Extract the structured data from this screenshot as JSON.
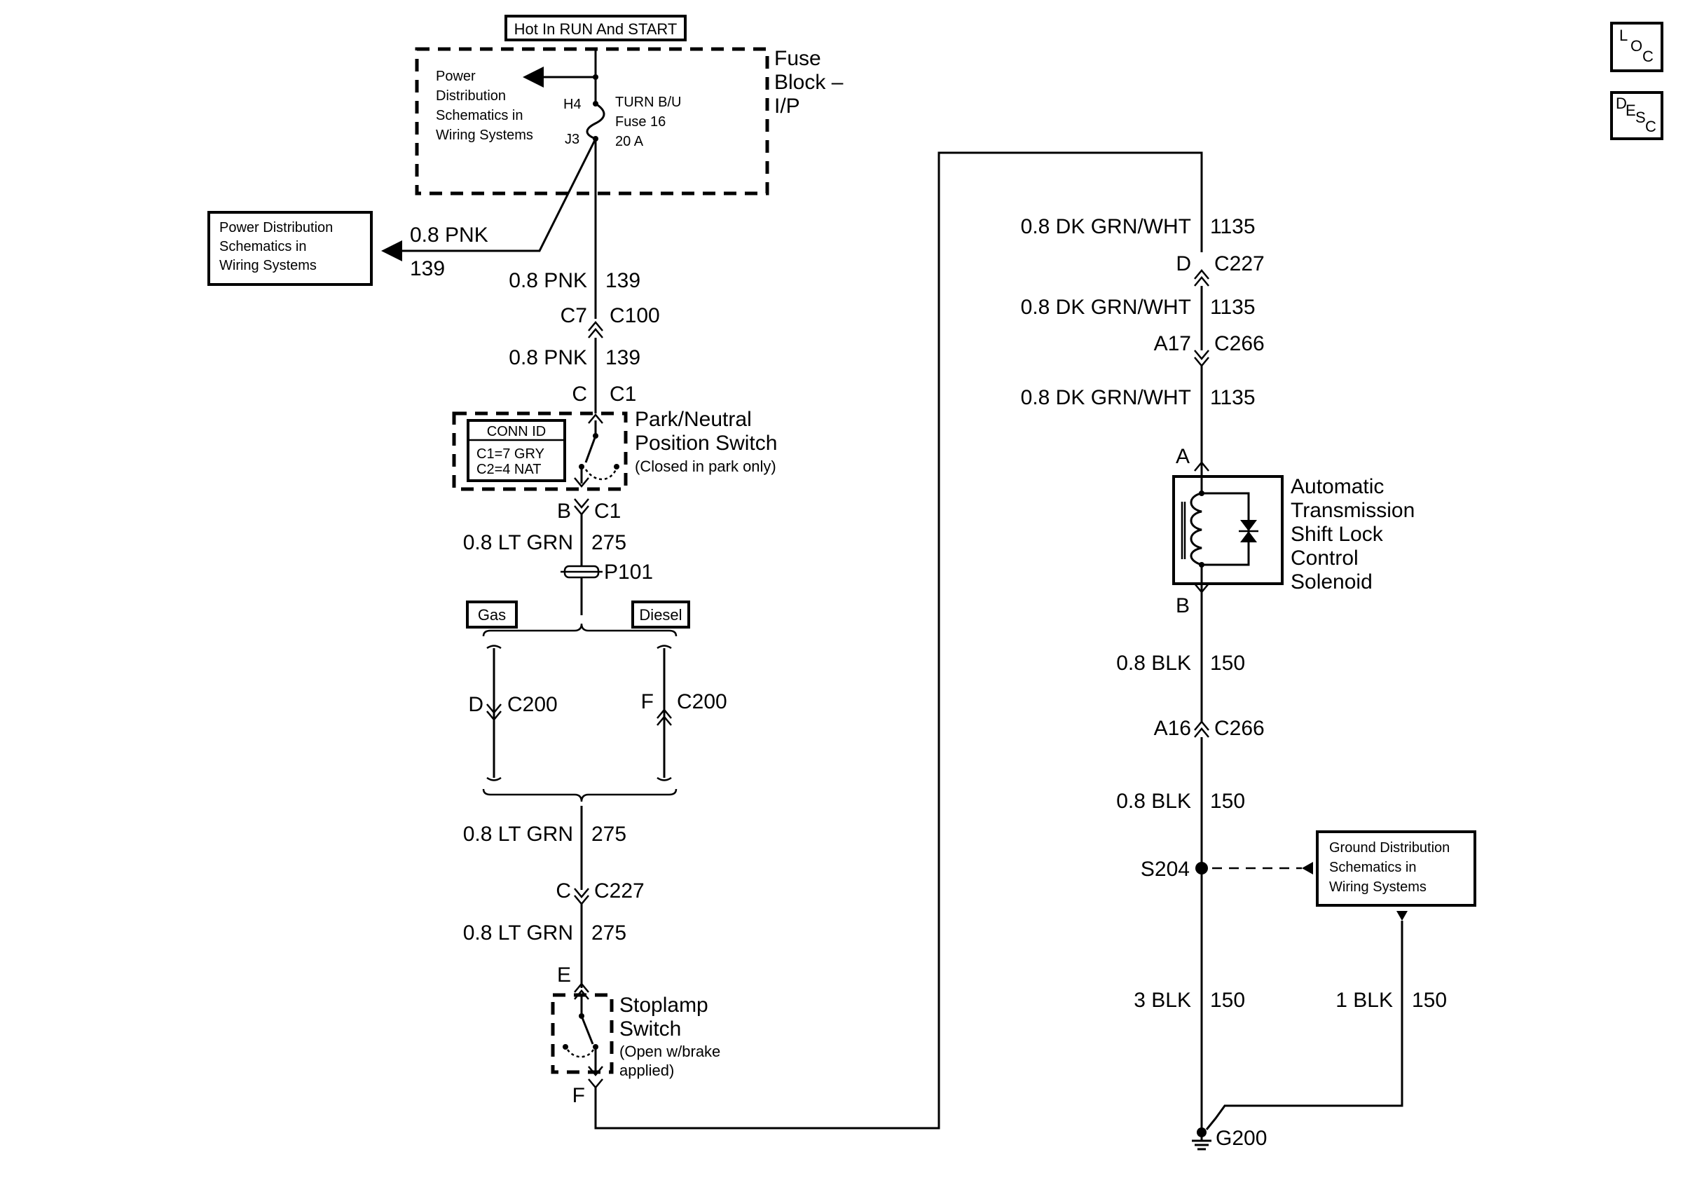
{
  "hot_label": "Hot In RUN And START",
  "fuse_block": {
    "title_lines": [
      "Fuse",
      "Block –",
      "I/P"
    ],
    "pd_note_lines": [
      "Power",
      "Distribution",
      "Schematics in",
      "Wiring Systems"
    ],
    "pin_in": "H4",
    "pin_out": "J3",
    "fuse_lines": [
      "TURN B/U",
      "Fuse 16",
      "20 A"
    ]
  },
  "pd_box_lines": [
    "Power Distribution",
    "Schematics in",
    "Wiring Systems"
  ],
  "branch_wire": {
    "gauge_color": "0.8 PNK",
    "circuit": "139"
  },
  "left_circuit": {
    "wire1": {
      "gauge_color": "0.8 PNK",
      "circuit": "139"
    },
    "c100": {
      "pin": "C7",
      "connector": "C100"
    },
    "wire2": {
      "gauge_color": "0.8 PNK",
      "circuit": "139"
    },
    "pn_top": {
      "pin": "C",
      "connector": "C1"
    },
    "conn_id": {
      "title": "CONN ID",
      "line1": "C1=7 GRY",
      "line2": "C2=4 NAT"
    },
    "pn_switch_lines": [
      "Park/Neutral",
      "Position Switch",
      "(Closed in park only)"
    ],
    "pn_bottom": {
      "pin": "B",
      "connector": "C1"
    },
    "wire3": {
      "gauge_color": "0.8 LT GRN",
      "circuit": "275"
    },
    "splice_pack": "P101",
    "option_gas": "Gas",
    "option_diesel": "Diesel",
    "gas_connector": {
      "pin": "D",
      "connector": "C200"
    },
    "diesel_connector": {
      "pin": "F",
      "connector": "C200"
    },
    "wire4": {
      "gauge_color": "0.8 LT GRN",
      "circuit": "275"
    },
    "c227": {
      "pin": "C",
      "connector": "C227"
    },
    "wire5": {
      "gauge_color": "0.8 LT GRN",
      "circuit": "275"
    },
    "stoplamp_top_pin": "E",
    "stoplamp_lines": [
      "Stoplamp",
      "Switch",
      "(Open w/brake",
      "applied)"
    ],
    "stoplamp_bottom_pin": "F"
  },
  "right_circuit": {
    "wire1": {
      "gauge_color": "0.8 DK GRN/WHT",
      "circuit": "1135"
    },
    "c227": {
      "pin": "D",
      "connector": "C227"
    },
    "wire2": {
      "gauge_color": "0.8 DK GRN/WHT",
      "circuit": "1135"
    },
    "c266_top": {
      "pin": "A17",
      "connector": "C266"
    },
    "wire3": {
      "gauge_color": "0.8 DK GRN/WHT",
      "circuit": "1135"
    },
    "solenoid_pin_a": "A",
    "solenoid_lines": [
      "Automatic",
      "Transmission",
      "Shift Lock",
      "Control",
      "Solenoid"
    ],
    "solenoid_pin_b": "B",
    "wire4": {
      "gauge_color": "0.8 BLK",
      "circuit": "150"
    },
    "c266_bottom": {
      "pin": "A16",
      "connector": "C266"
    },
    "wire5": {
      "gauge_color": "0.8 BLK",
      "circuit": "150"
    },
    "splice": "S204",
    "gd_box_lines": [
      "Ground Distribution",
      "Schematics in",
      "Wiring Systems"
    ],
    "wire6": {
      "gauge_color": "3 BLK",
      "circuit": "150"
    },
    "wire7": {
      "gauge_color": "1 BLK",
      "circuit": "150"
    },
    "ground": "G200"
  },
  "nav_icons": {
    "loc": [
      "L",
      "O",
      "C"
    ],
    "desc": [
      "D",
      "E",
      "S",
      "C"
    ]
  }
}
